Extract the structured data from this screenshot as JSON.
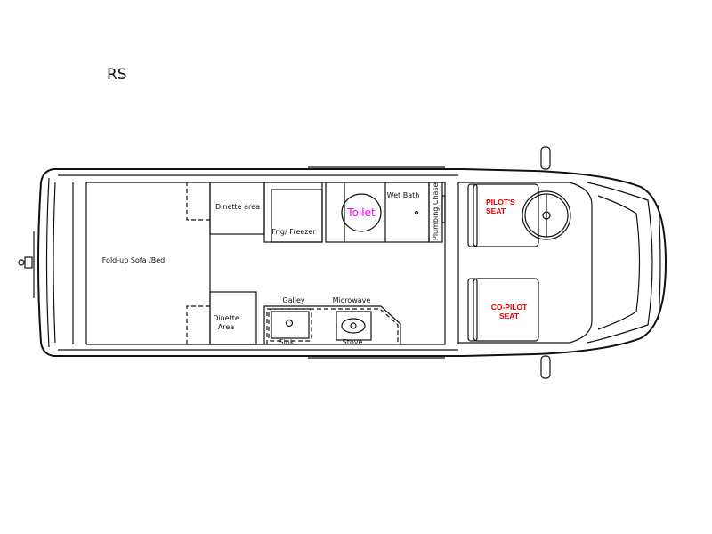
{
  "title": "RS",
  "labels": {
    "sofa": "Fold-up Sofa /Bed",
    "dinette_upper": "Dinette area",
    "frig": "Frig/ Freezer",
    "toilet": "Toilet",
    "wet_bath": "Wet Bath",
    "plumbing_chase": "Plumbing Chase",
    "dinette_lower_1": "Dinette",
    "dinette_lower_2": "Area",
    "galley": "Galley",
    "microwave": "Microwave",
    "sink": "Sink",
    "stove": "Stove",
    "pilot_1": "PILOT'S",
    "pilot_2": "SEAT",
    "copilot_1": "CO-PILOT",
    "copilot_2": "SEAT"
  },
  "colors": {
    "line": "#111111",
    "seat_label": "#e00000",
    "toilet_label": "#ff00ff"
  }
}
